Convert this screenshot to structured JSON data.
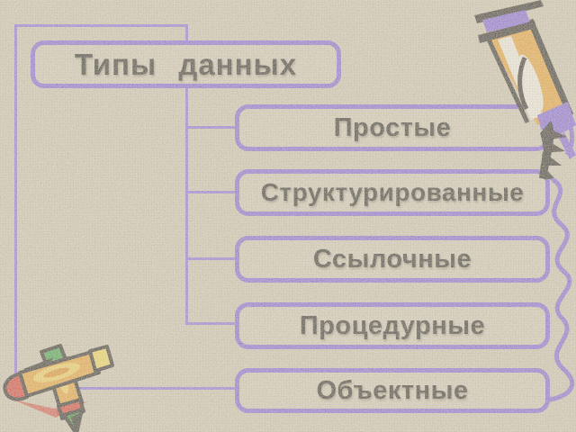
{
  "slide": {
    "title": "Типы данных",
    "nodes": [
      {
        "label": "Простые"
      },
      {
        "label": "Структурированные"
      },
      {
        "label": "Ссылочные"
      },
      {
        "label": "Процедурные"
      },
      {
        "label": "Объектные"
      }
    ]
  },
  "decorations": {
    "pen_icon": "fountain-pen-clipart",
    "squiggle_icon": "hand-drawn-wavy-line",
    "crayons_icon": "crossed-crayons-clipart"
  },
  "colors": {
    "background": "#d5ccb7",
    "node_fill": "#d9d1bd",
    "node_border": "#7a58e8",
    "connector": "#8566ee",
    "text": "#141414",
    "pen_body": "#f4a122",
    "pen_accent": "#7a58e8",
    "crayon_green": "#27a03a",
    "crayon_red": "#d92b1f",
    "crayon_yellow": "#ffe14d"
  }
}
